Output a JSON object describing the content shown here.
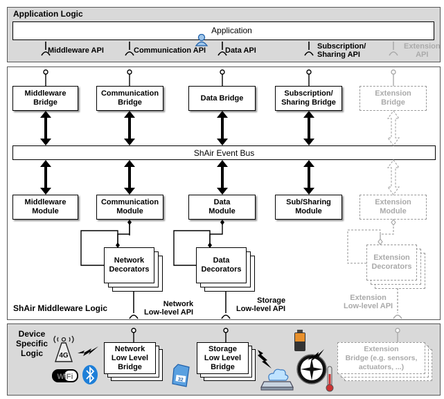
{
  "app_panel": {
    "title": "Application Logic",
    "application_label": "Application",
    "apis": [
      "Middleware API",
      "Communication API",
      "Data API",
      "Subscription/\nSharing API",
      "Extension\nAPI"
    ]
  },
  "middleware_panel": {
    "title": "ShAir Middleware Logic",
    "bridges": [
      "Middleware\nBridge",
      "Communication\nBridge",
      "Data Bridge",
      "Subscription/\nSharing Bridge",
      "Extension\nBridge"
    ],
    "event_bus": "ShAir Event Bus",
    "modules": [
      "Middleware\nModule",
      "Communication\nModule",
      "Data\nModule",
      "Sub/Sharing\nModule",
      "Extension\nModule"
    ],
    "decorators": [
      "Network\nDecorators",
      "Data\nDecorators",
      "Extension\nDecorators"
    ],
    "low_level_apis": [
      "Network\nLow-level API",
      "Storage\nLow-level API",
      "Extension\nLow-level API"
    ]
  },
  "device_panel": {
    "title": "Device\nSpecific\nLogic",
    "cell_label": "4G",
    "wifi_label": "WiFi",
    "sd_label": "32",
    "bridges": [
      "Network\nLow Level\nBridge",
      "Storage\nLow Level\nBridge",
      "Extension\nBridge (e.g. sensors,\nactuators, ...)"
    ]
  },
  "colors": {
    "panel_bg": "#d9d9d9",
    "ghost": "#aaaaaa",
    "bluetooth": "#1e7fd8"
  }
}
